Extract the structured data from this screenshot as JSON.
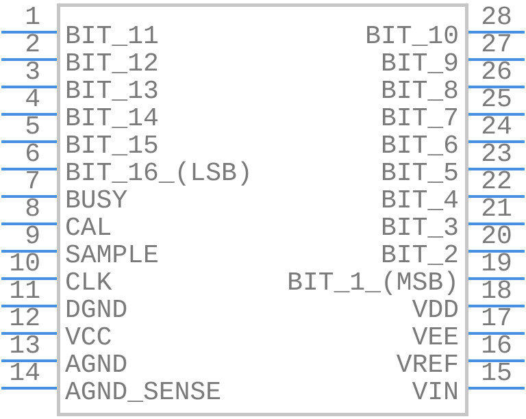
{
  "diagram": {
    "kind": "ic-pinout-symbol",
    "pin_count": 28,
    "rows": [
      {
        "left_number": "1",
        "left_label": "BIT_11",
        "right_number": "28",
        "right_label": "BIT_10"
      },
      {
        "left_number": "2",
        "left_label": "BIT_12",
        "right_number": "27",
        "right_label": "BIT_9"
      },
      {
        "left_number": "3",
        "left_label": "BIT_13",
        "right_number": "26",
        "right_label": "BIT_8"
      },
      {
        "left_number": "4",
        "left_label": "BIT_14",
        "right_number": "25",
        "right_label": "BIT_7"
      },
      {
        "left_number": "5",
        "left_label": "BIT_15",
        "right_number": "24",
        "right_label": "BIT_6"
      },
      {
        "left_number": "6",
        "left_label": "BIT_16_(LSB)",
        "right_number": "23",
        "right_label": "BIT_5"
      },
      {
        "left_number": "7",
        "left_label": "BUSY",
        "right_number": "22",
        "right_label": "BIT_4"
      },
      {
        "left_number": "8",
        "left_label": "CAL",
        "right_number": "21",
        "right_label": "BIT_3"
      },
      {
        "left_number": "9",
        "left_label": "SAMPLE",
        "right_number": "20",
        "right_label": "BIT_2"
      },
      {
        "left_number": "10",
        "left_label": "CLK",
        "right_number": "19",
        "right_label": "BIT_1_(MSB)"
      },
      {
        "left_number": "11",
        "left_label": "DGND",
        "right_number": "18",
        "right_label": "VDD"
      },
      {
        "left_number": "12",
        "left_label": "VCC",
        "right_number": "17",
        "right_label": "VEE"
      },
      {
        "left_number": "13",
        "left_label": "AGND",
        "right_number": "16",
        "right_label": "VREF"
      },
      {
        "left_number": "14",
        "left_label": "AGND_SENSE",
        "right_number": "15",
        "right_label": "VIN"
      }
    ]
  },
  "colors": {
    "pin_line": "#4a90e2",
    "text": "#7a7a7a",
    "body_border": "#c6c6c6",
    "background": "#ffffff"
  }
}
